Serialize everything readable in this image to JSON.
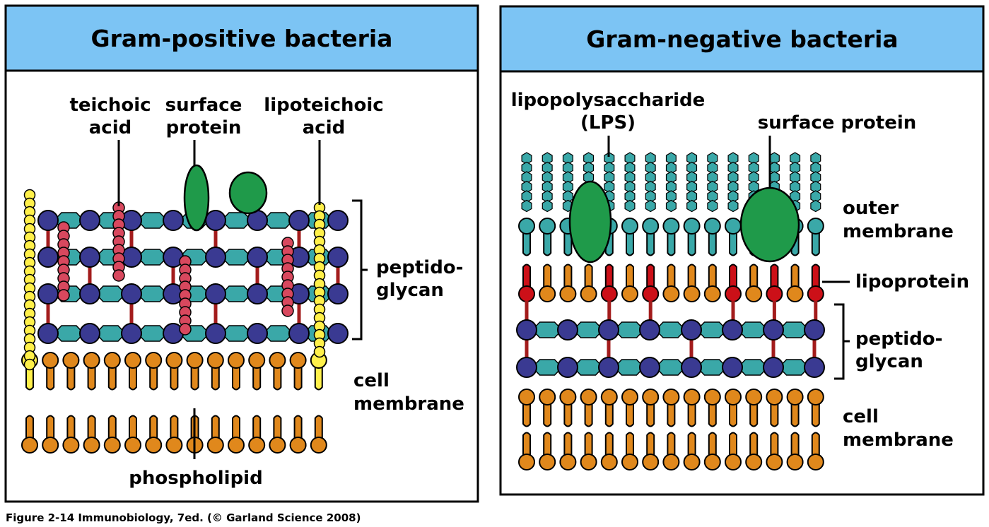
{
  "left_panel": {
    "title": "Gram-positive bacteria",
    "labels": {
      "teichoic_1": "teichoic",
      "teichoic_2": "acid",
      "surface_1": "surface",
      "surface_2": "protein",
      "lipoteichoic_1": "lipoteichoic",
      "lipoteichoic_2": "acid",
      "peptido_1": "peptido-",
      "peptido_2": "glycan",
      "cell_1": "cell",
      "cell_2": "membrane",
      "phospholipid": "phospholipid"
    }
  },
  "right_panel": {
    "title": "Gram-negative bacteria",
    "labels": {
      "lps_1": "lipopolysaccharide",
      "lps_2": "(LPS)",
      "surface_protein": "surface protein",
      "outer_1": "outer",
      "outer_2": "membrane",
      "lipoprotein": "lipoprotein",
      "peptido_1": "peptido-",
      "peptido_2": "glycan",
      "cell_1": "cell",
      "cell_2": "membrane"
    }
  },
  "caption": "Figure 2-14  Immunobiology, 7ed. (© Garland Science 2008)",
  "colors": {
    "header_blue": "#7cc4f4",
    "phospholipid_orange": "#e0881c",
    "lipoprotein_red": "#cc1018",
    "teal": "#3aa8a8",
    "navy": "#3a3a92",
    "crosslink_red": "#a31c1c",
    "teichoic_pink": "#d8485e",
    "lipoteichoic_yellow": "#fff04a",
    "protein_green": "#1f9a4a"
  }
}
